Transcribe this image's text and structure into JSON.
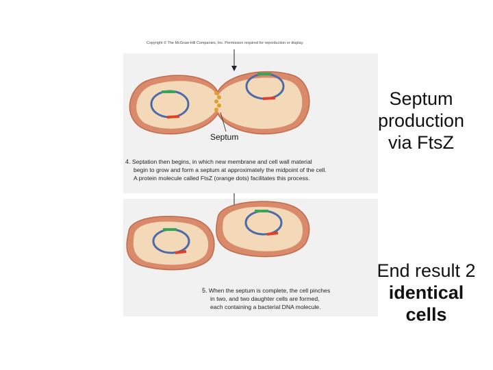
{
  "copyright": "Copyright © The McGraw-Hill Companies, Inc. Permission required for reproduction or display.",
  "labels": {
    "septum": "Septum"
  },
  "steps": [
    {
      "number": "4.",
      "lines": [
        "Septation then begins, in which new membrane and cell wall material",
        "begin to grow and form a septum at approximately the midpoint of the cell.",
        "A protein molecule called FtsZ (orange dots) facilitates this process."
      ]
    },
    {
      "number": "5.",
      "lines": [
        "When the septum is complete, the cell pinches",
        "in two, and two daughter cells are formed,",
        "each containing a bacterial DNA molecule."
      ]
    }
  ],
  "titles": {
    "septum_lines": [
      "Septum",
      "production",
      "via FtsZ"
    ],
    "end_line": "End result 2",
    "end_bold_lines": [
      "identical",
      "cells"
    ]
  },
  "colors": {
    "cell_wall": "#d98a6a",
    "cell_wall_dark": "#c06a4c",
    "cytoplasm": "#f3d9b8",
    "dna_ring": "#4a6aa8",
    "dna_green": "#3aa35a",
    "dna_red": "#e0402a",
    "ftsz": "#e0a030",
    "panel": "#f1f1f1",
    "arrow": "#222222"
  }
}
